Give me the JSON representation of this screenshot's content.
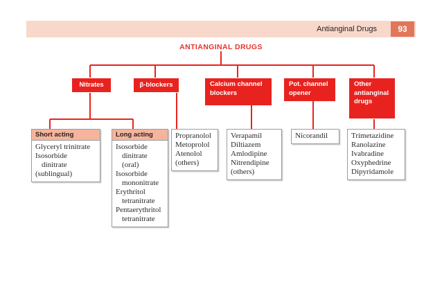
{
  "header": {
    "title": "Antianginal Drugs",
    "page_number": "93",
    "bar_color": "#f7d8cb",
    "badge_color": "#e2765a"
  },
  "diagram": {
    "title": "ANTIANGINAL DRUGS",
    "title_color": "#e8312a",
    "box_color": "#e8231f",
    "subhead_color": "#f6b49c",
    "categories": [
      {
        "id": "nitrates",
        "label": "Nitrates"
      },
      {
        "id": "beta-blockers",
        "label": "β-blockers"
      },
      {
        "id": "calcium-channel-blockers",
        "label": "Calcium channel blockers"
      },
      {
        "id": "pot-channel-opener",
        "label": "Pot. channel opener"
      },
      {
        "id": "other-antianginal-drugs",
        "label": "Other antianginal drugs"
      }
    ],
    "subgroups": [
      {
        "id": "short-acting",
        "heading": "Short acting",
        "drugs": [
          {
            "name": "Glyceryl trinitrate",
            "indent": false
          },
          {
            "name": "Isosorbide",
            "indent": false
          },
          {
            "name": "dinitrate",
            "indent": true
          },
          {
            "name": "(sublingual)",
            "indent": false
          }
        ]
      },
      {
        "id": "long-acting",
        "heading": "Long acting",
        "drugs": [
          {
            "name": "Isosorbide",
            "indent": false
          },
          {
            "name": "dinitrate",
            "indent": true
          },
          {
            "name": "(oral)",
            "indent": true
          },
          {
            "name": "Isosorbide",
            "indent": false
          },
          {
            "name": "mononitrate",
            "indent": true
          },
          {
            "name": "Erythritol",
            "indent": false
          },
          {
            "name": "tetranitrate",
            "indent": true
          },
          {
            "name": "Pentaerythritol",
            "indent": false
          },
          {
            "name": "tetranitrate",
            "indent": true
          }
        ]
      }
    ],
    "drug_lists": [
      {
        "id": "beta-blocker-drugs",
        "drugs": [
          {
            "name": "Propranolol",
            "indent": false
          },
          {
            "name": "Metoprolol",
            "indent": false
          },
          {
            "name": "Atenolol",
            "indent": false
          },
          {
            "name": "(others)",
            "indent": false
          }
        ]
      },
      {
        "id": "calcium-channel-blocker-drugs",
        "drugs": [
          {
            "name": "Verapamil",
            "indent": false
          },
          {
            "name": "Diltiazem",
            "indent": false
          },
          {
            "name": "Amlodipine",
            "indent": false
          },
          {
            "name": "Nitrendipine",
            "indent": false
          },
          {
            "name": "(others)",
            "indent": false
          }
        ]
      },
      {
        "id": "pot-channel-opener-drugs",
        "drugs": [
          {
            "name": "Nicorandil",
            "indent": false
          }
        ]
      },
      {
        "id": "other-antianginal-drug-list",
        "drugs": [
          {
            "name": "Trimetazidine",
            "indent": false
          },
          {
            "name": "Ranolazine",
            "indent": false
          },
          {
            "name": "Ivabradine",
            "indent": false
          },
          {
            "name": "Oxyphedrine",
            "indent": false
          },
          {
            "name": "Dipyridamole",
            "indent": false
          }
        ]
      }
    ]
  }
}
